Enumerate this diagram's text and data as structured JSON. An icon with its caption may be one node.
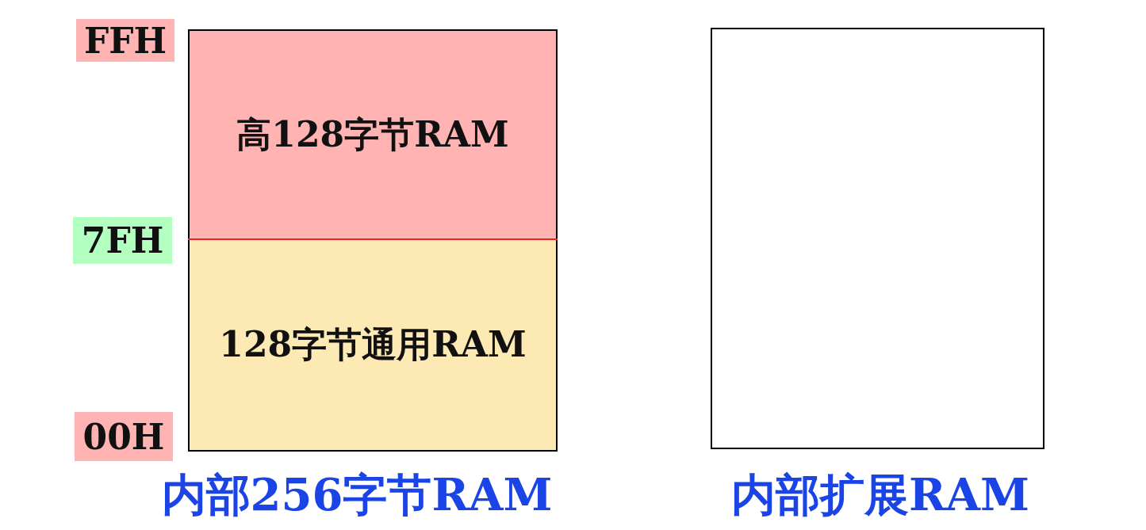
{
  "diagram": {
    "nodes": [
      {
        "text": [
          "高128字节RAM"
        ]
      },
      {
        "text": [
          "128字节通用RAM"
        ]
      },
      {
        "text": [],
        "shape": "box"
      }
    ],
    "labels": [
      "FFH",
      "7FH",
      "00H",
      "内部256字节RAM",
      "内部扩展RAM"
    ]
  }
}
